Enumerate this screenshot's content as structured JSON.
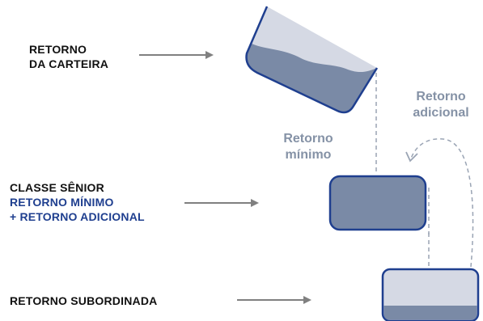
{
  "labels": {
    "portfolio_line1": "RETORNO",
    "portfolio_line2": "DA CARTEIRA",
    "senior_line1": "CLASSE SÊNIOR",
    "senior_line2": "RETORNO MÍNIMO",
    "senior_line3": "+ RETORNO ADICIONAL",
    "subordinate": "RETORNO SUBORDINADA"
  },
  "flow_labels": {
    "minimum_line1": "Retorno",
    "minimum_line2": "mínimo",
    "additional_line1": "Retorno",
    "additional_line2": "adicional"
  },
  "colors": {
    "dark_text": "#111111",
    "blue_text": "#1f3f8f",
    "flow_text": "#8592a6",
    "container_outline": "#1f3f8f",
    "container_fill_dark": "#7a8aa6",
    "container_fill_light": "#d5d9e4",
    "arrow": "#808080"
  }
}
